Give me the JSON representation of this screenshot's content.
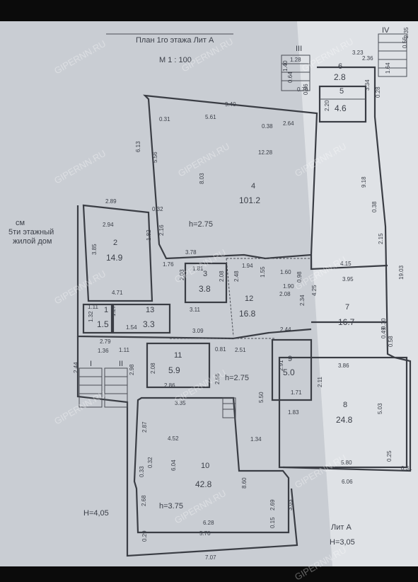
{
  "sheet": {
    "title": "План 1го этажа Лит А",
    "scale": "М 1 : 100",
    "neighbor_note": [
      "см",
      "5ти этажный",
      "жилой дом"
    ],
    "lit": "Лит А",
    "h_total": "Н=3,05",
    "h_left": "Н=4,05",
    "watermark": "GIPERNN.RU"
  },
  "stair_marks": [
    "I",
    "II",
    "III",
    "IV"
  ],
  "rooms": [
    {
      "num": "1",
      "area": "1.5"
    },
    {
      "num": "2",
      "area": "14.9"
    },
    {
      "num": "3",
      "area": "3.8"
    },
    {
      "num": "4",
      "area": "101.2"
    },
    {
      "num": "5",
      "area": "4.6"
    },
    {
      "num": "6",
      "area": "2.8"
    },
    {
      "num": "7",
      "area": "16.7"
    },
    {
      "num": "8",
      "area": "24.8"
    },
    {
      "num": "9",
      "area": "5.0"
    },
    {
      "num": "10",
      "area": "42.8"
    },
    {
      "num": "11",
      "area": "5.9"
    },
    {
      "num": "12",
      "area": "16.8"
    },
    {
      "num": "13",
      "area": "3.3"
    }
  ],
  "heights": [
    "h=2.75",
    "h=2.75",
    "h=3.75"
  ],
  "dims": [
    "9.40",
    "5.61",
    "2.64",
    "0.38",
    "12.28",
    "6.13",
    "5.56",
    "8.03",
    "0.32",
    "2.16",
    "1.82",
    "2.89",
    "2.94",
    "3.85",
    "1.76",
    "3.78",
    "1.81",
    "2.03",
    "2.08",
    "3.11",
    "2.48",
    "4.71",
    "1.94",
    "1.55",
    "1.90",
    "1.60",
    "2.08",
    "2.34",
    "4.25",
    "0.98",
    "3.09",
    "1.54",
    "1.11",
    "1.32",
    "1.27",
    "2.79",
    "1.36",
    "1.11",
    "2.44",
    "2.98",
    "0.81",
    "2.51",
    "2.08",
    "2.86",
    "2.56",
    "2.44",
    "2.91",
    "1.71",
    "5.50",
    "3.35",
    "2.87",
    "4.52",
    "6.04",
    "8.60",
    "2.69",
    "2.68",
    "1.34",
    "0.33",
    "0.32",
    "6.28",
    "5.70",
    "7.07",
    "0.15",
    "0.29",
    "3.03",
    "1.83",
    "3.86",
    "5.03",
    "5.80",
    "0.25",
    "0.31",
    "6.06",
    "2.11",
    "3.95",
    "4.15",
    "0.30",
    "0.49",
    "0.58",
    "19.03",
    "2.15",
    "0.38",
    "9.18",
    "3.34",
    "0.28",
    "3.23",
    "2.36",
    "2.20",
    "1.64",
    "0.56",
    "2.35",
    "1.28",
    "1.40",
    "0.64",
    "0.76",
    "0.96",
    "0.31"
  ]
}
